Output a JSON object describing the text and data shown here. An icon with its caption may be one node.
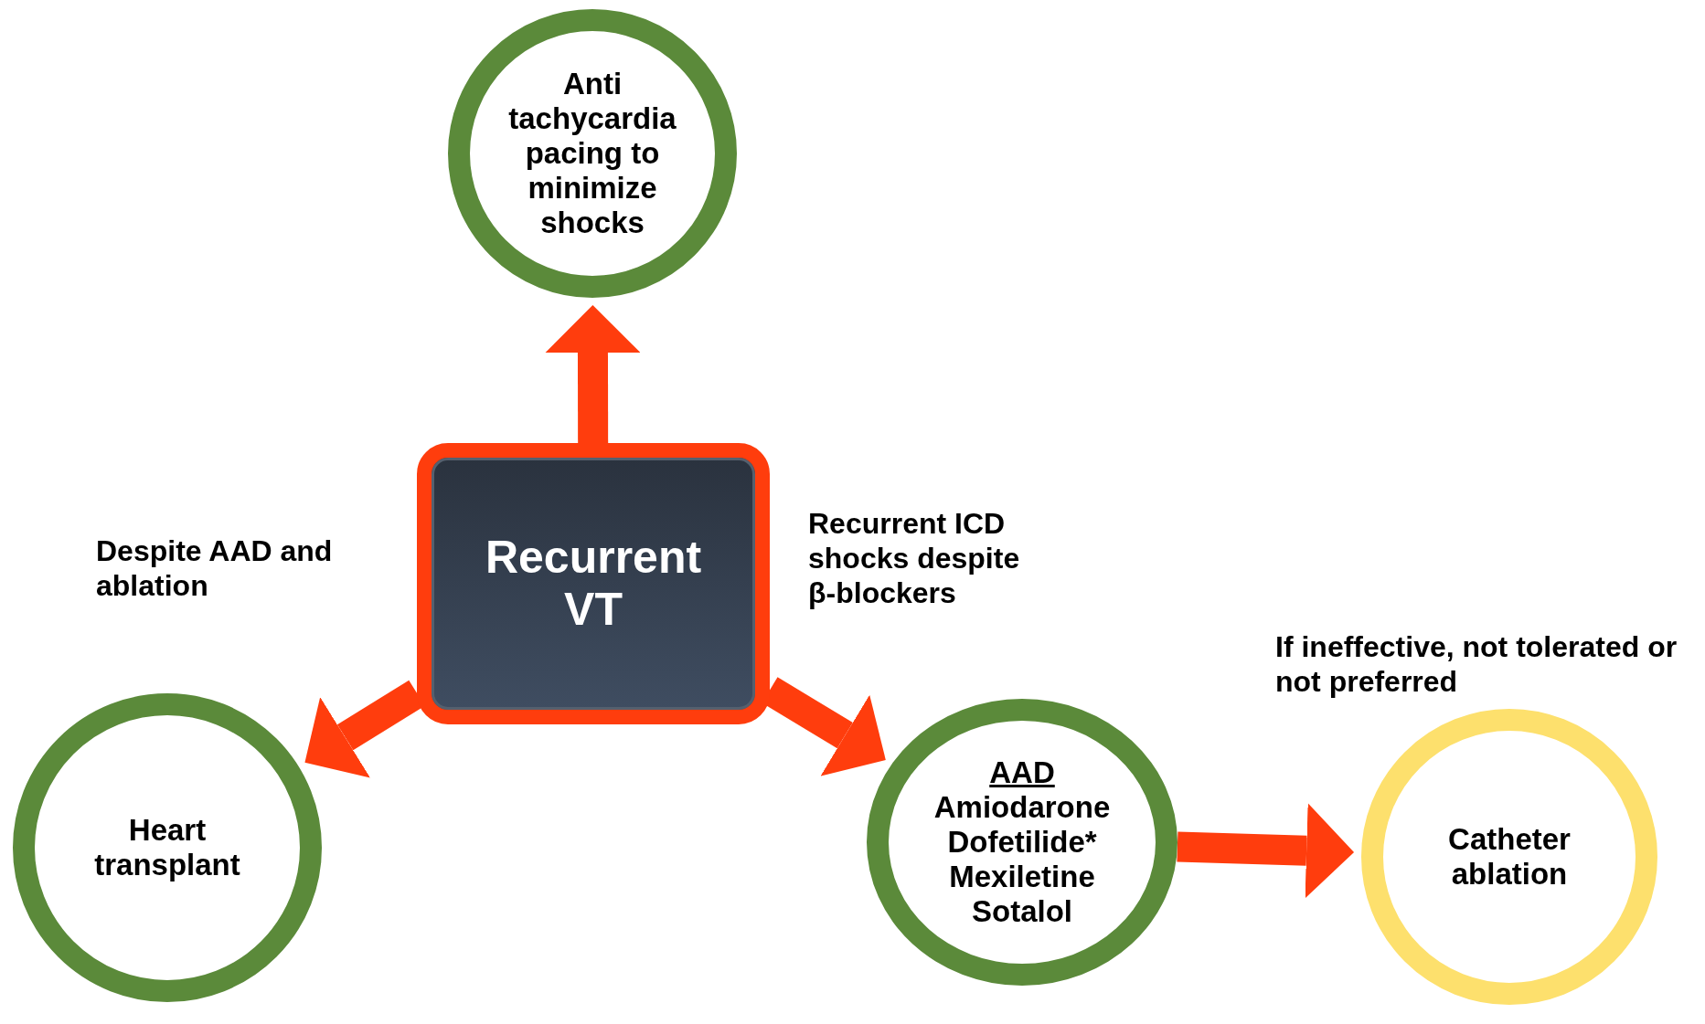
{
  "diagram": {
    "nodes": [
      {
        "text": [
          "Anti tachycardia pacing to minimize shocks"
        ]
      },
      {
        "text": [
          "Recurrent VT"
        ]
      },
      {
        "text": [
          "Heart transplant"
        ]
      },
      {
        "text": [
          "AAD",
          "Amiodarone",
          "Dofetilide*",
          "Mexiletine",
          "Sotalol"
        ]
      },
      {
        "text": [
          "Catheter ablation"
        ]
      }
    ],
    "edges": [
      {
        "from": 1,
        "to": 0,
        "arrow": "to"
      },
      {
        "from": 1,
        "to": 2,
        "arrow": "to",
        "label": "Despite AAD and ablation"
      },
      {
        "from": 1,
        "to": 3,
        "arrow": "to",
        "label": "Recurrent ICD shocks despite β-blockers"
      },
      {
        "from": 3,
        "to": 4,
        "arrow": "to"
      }
    ],
    "labels": [
      "If ineffective, not tolerated or not preferred"
    ]
  }
}
